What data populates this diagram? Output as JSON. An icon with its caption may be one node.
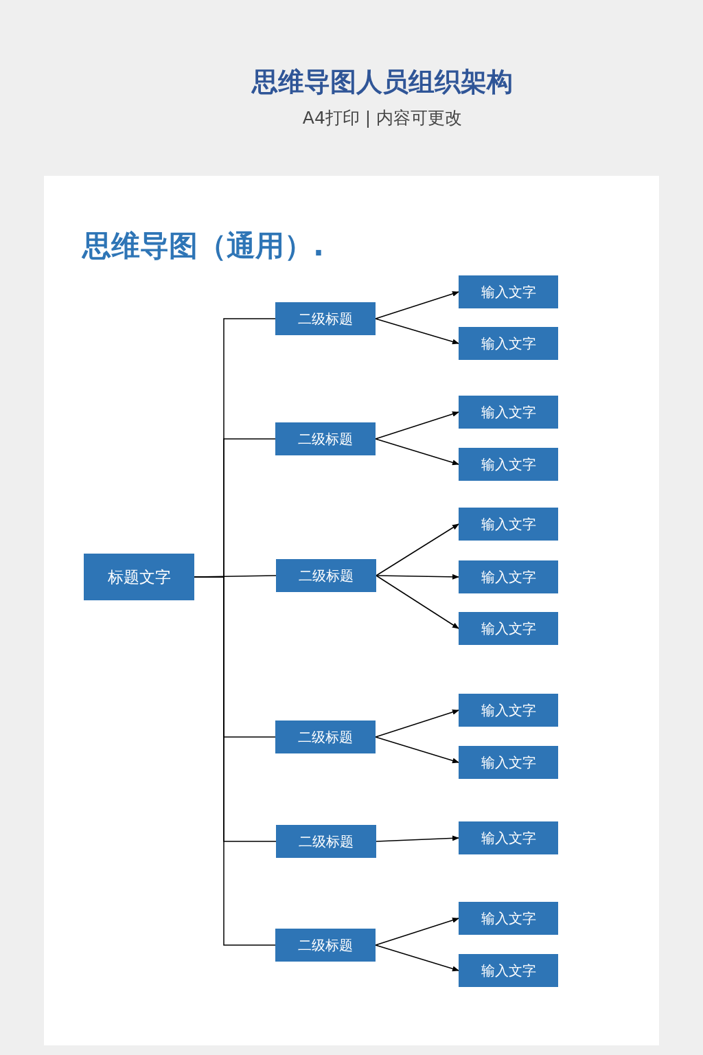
{
  "diagram": {
    "title": "思维导图人员组织架构",
    "nodes": [
      {
        "text": [
          "标题文字"
        ]
      },
      {
        "text": [
          "二级标题"
        ]
      },
      {
        "text": [
          "输入文字"
        ]
      },
      {
        "text": [
          "输入文字"
        ]
      },
      {
        "text": [
          "二级标题"
        ]
      },
      {
        "text": [
          "输入文字"
        ]
      },
      {
        "text": [
          "输入文字"
        ]
      },
      {
        "text": [
          "二级标题"
        ]
      },
      {
        "text": [
          "输入文字"
        ]
      },
      {
        "text": [
          "输入文字"
        ]
      },
      {
        "text": [
          "输入文字"
        ]
      },
      {
        "text": [
          "二级标题"
        ]
      },
      {
        "text": [
          "输入文字"
        ]
      },
      {
        "text": [
          "输入文字"
        ]
      },
      {
        "text": [
          "二级标题"
        ]
      },
      {
        "text": [
          "输入文字"
        ]
      },
      {
        "text": [
          "二级标题"
        ]
      },
      {
        "text": [
          "输入文字"
        ]
      },
      {
        "text": [
          "输入文字"
        ]
      }
    ],
    "edges": [
      {
        "from": 0,
        "to": 1,
        "arrow": "none"
      },
      {
        "from": 0,
        "to": 4,
        "arrow": "none"
      },
      {
        "from": 0,
        "to": 7,
        "arrow": "none"
      },
      {
        "from": 0,
        "to": 11,
        "arrow": "none"
      },
      {
        "from": 0,
        "to": 14,
        "arrow": "none"
      },
      {
        "from": 0,
        "to": 16,
        "arrow": "none"
      },
      {
        "from": 1,
        "to": 2,
        "arrow": "to"
      },
      {
        "from": 1,
        "to": 3,
        "arrow": "to"
      },
      {
        "from": 4,
        "to": 5,
        "arrow": "to"
      },
      {
        "from": 4,
        "to": 6,
        "arrow": "to"
      },
      {
        "from": 7,
        "to": 8,
        "arrow": "to"
      },
      {
        "from": 7,
        "to": 9,
        "arrow": "to"
      },
      {
        "from": 7,
        "to": 10,
        "arrow": "to"
      },
      {
        "from": 11,
        "to": 12,
        "arrow": "to"
      },
      {
        "from": 11,
        "to": 13,
        "arrow": "to"
      },
      {
        "from": 14,
        "to": 15,
        "arrow": "to"
      },
      {
        "from": 16,
        "to": 17,
        "arrow": "to"
      },
      {
        "from": 16,
        "to": 18,
        "arrow": "to"
      }
    ],
    "labels": [
      "A4打印 | 内容可更改",
      "思维导图（通用）."
    ]
  }
}
